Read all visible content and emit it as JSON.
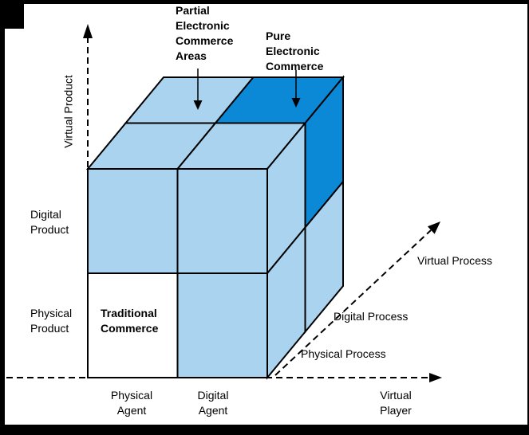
{
  "colors": {
    "cell_light_blue": "#a9d3ee",
    "cell_dark_blue": "#0b88d6",
    "cell_white": "#ffffff",
    "line_black": "#000000"
  },
  "labels": {
    "partial_ec": "Partial\nElectronic\nCommerce\nAreas",
    "pure_ec": "Pure\nElectronic\nCommerce",
    "virtual_product_axis": "Virtual Product",
    "digital_product": "Digital\nProduct",
    "physical_product": "Physical\nProduct",
    "traditional_commerce": "Traditional\nCommerce",
    "physical_agent": "Physical\nAgent",
    "digital_agent": "Digital\nAgent",
    "virtual_player_axis": "Virtual\nPlayer",
    "virtual_process_axis": "Virtual Process",
    "digital_process": "Digital Process",
    "physical_process": "Physical Process"
  }
}
